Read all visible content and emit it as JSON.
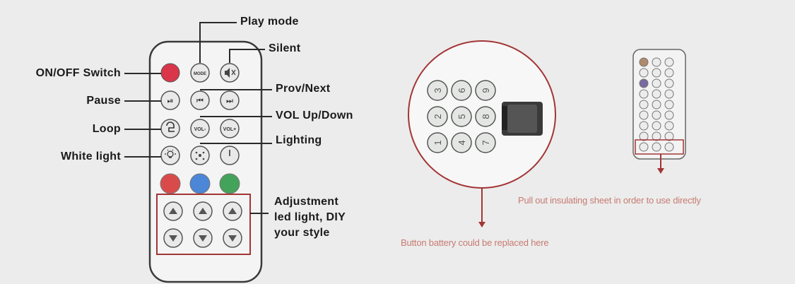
{
  "labels": {
    "play_mode": "Play mode",
    "silent": "Silent",
    "on_off": "ON/OFF Switch",
    "prov_next": "Prov/Next",
    "pause": "Pause",
    "vol": "VOL Up/Down",
    "loop": "Loop",
    "lighting": "Lighting",
    "white_light": "White light",
    "adjust_line1": "Adjustment",
    "adjust_line2": "led light, DIY",
    "adjust_line3": "your style"
  },
  "notes": {
    "battery": "Button battery could be replaced here",
    "insulating": "Pull out insulating sheet in order to use directly"
  },
  "button_glyphs": {
    "mode": "MODE",
    "vol_down": "VOL-",
    "vol_up": "VOL+",
    "prev": "⏮",
    "next": "⏭",
    "play_pause": "⏯",
    "up": "▲",
    "down": "▼"
  },
  "battery_keys": [
    "3",
    "6",
    "9",
    "2",
    "5",
    "8",
    "1",
    "4",
    "7"
  ],
  "colors": {
    "background": "#ececec",
    "line": "#2a2a2a",
    "red_accent": "#a33535",
    "note_text": "#c77b72",
    "power": "#d9364a",
    "red": "#d94b4b",
    "blue": "#4c86d6",
    "green": "#44a35a"
  }
}
